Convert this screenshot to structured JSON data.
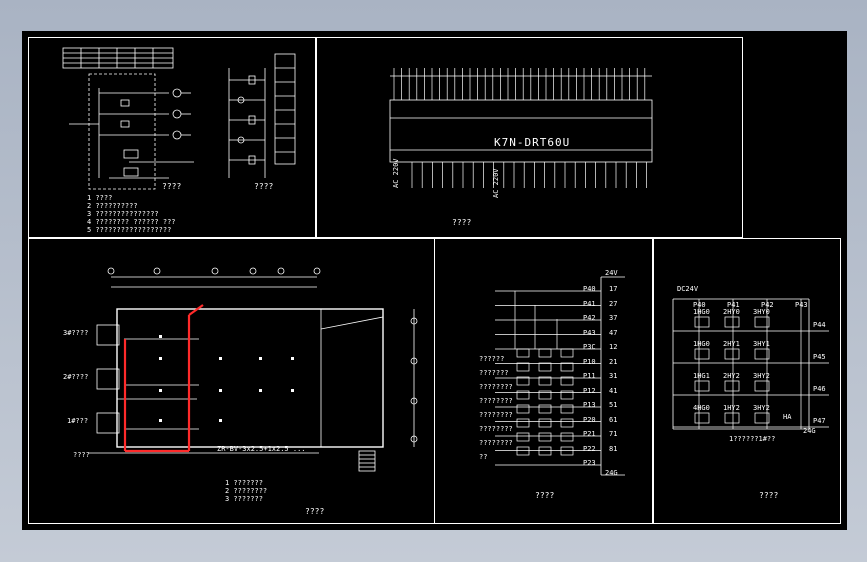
{
  "panels": {
    "top_left": {
      "caption_left": "????",
      "caption_right": "????",
      "notes": [
        "1 ????",
        "2 ??????????",
        "3 ???????????????",
        "4 ???????? ?????? ???",
        "5 ??????????????????"
      ]
    },
    "top_right": {
      "plc_model": "K7N-DRT60U",
      "supply_left": "AC 220V",
      "supply_mid": "AC 220V",
      "caption": "????"
    },
    "bottom_left": {
      "caption": "????",
      "room_labels": [
        "3#????",
        "2#????",
        "1#???"
      ],
      "entry_label": "????",
      "bus_label": "ZR-BV-3x2.5+1x2.5 ...",
      "legend": [
        "1 ???????",
        "2 ????????",
        "3 ???????"
      ]
    },
    "bottom_mid": {
      "supply": "24V",
      "common": "24G",
      "terminals": [
        "P40",
        "P41",
        "P42",
        "P43",
        "P3C",
        "P10",
        "P11",
        "P12",
        "P13",
        "P20",
        "P21",
        "P22",
        "P23"
      ],
      "terminal_nums": [
        "17",
        "27",
        "37",
        "47",
        "12",
        "21",
        "31",
        "41",
        "51",
        "61",
        "71",
        "81"
      ],
      "row_labels": [
        "??????",
        "???????",
        "????????",
        "????????",
        "????????",
        "????????",
        "????????",
        "??"
      ],
      "caption": "????"
    },
    "bottom_right": {
      "supply": "DC24V",
      "inputs_top": [
        "P40",
        "P41",
        "P42",
        "P43"
      ],
      "inputs_side": [
        "P44",
        "P45",
        "P46",
        "P47"
      ],
      "common": "24G",
      "lamps": [
        "1HG0",
        "2HY0",
        "3HY0",
        "1HG0",
        "2HY1",
        "3HY1",
        "1HG1",
        "2HY2",
        "3HY2",
        "4HG0",
        "1HY2",
        "3HY2"
      ],
      "alarm": "HA",
      "bottom_label": "1??????1#??",
      "caption": "????"
    }
  }
}
